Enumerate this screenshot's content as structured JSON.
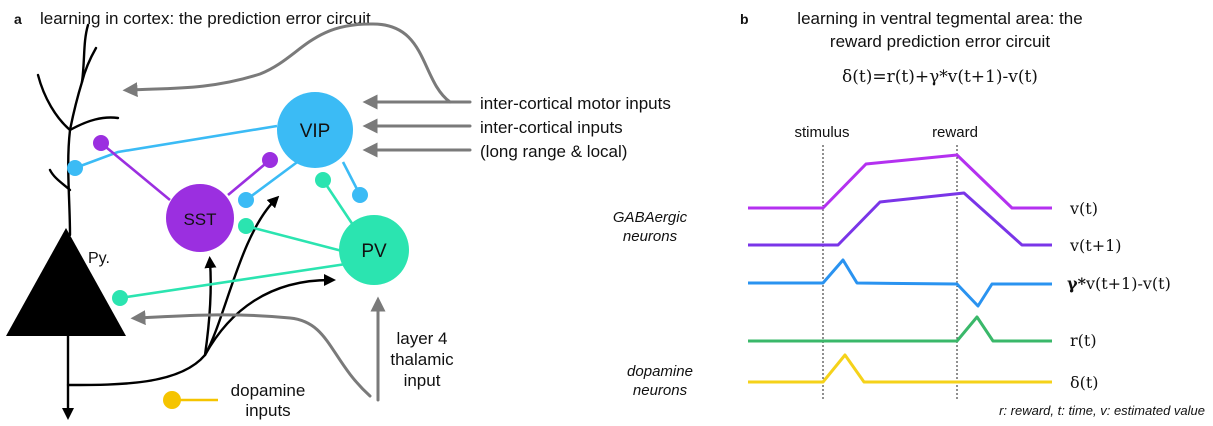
{
  "panel_a": {
    "letter": "a",
    "title": "learning in cortex: the prediction error circuit",
    "neurons": {
      "vip": "VIP",
      "sst": "SST",
      "pv": "PV",
      "pyramidal": "Py."
    },
    "inputs": {
      "motor": "inter-cortical motor inputs",
      "cortical": "inter-cortical inputs",
      "range": "(long range & local)",
      "thalamic_1": "layer 4",
      "thalamic_2": "thalamic",
      "thalamic_3": "input",
      "dopamine_1": "dopamine",
      "dopamine_2": "inputs"
    },
    "colors": {
      "vip": "#3bbbf5",
      "sst": "#9b2fe0",
      "pv": "#2be4b0",
      "dopamine": "#f5c400",
      "input_arrow": "#7a7a7a",
      "pyramidal": "#000000"
    }
  },
  "panel_b": {
    "letter": "b",
    "title_1": "learning in ventral tegmental area: the",
    "title_2": "reward prediction error circuit",
    "equation": "δ(t)=r(t)+γ*v(t+1)-v(t)",
    "markers": {
      "stimulus": "stimulus",
      "reward": "reward"
    },
    "group_labels": {
      "gaba_1": "GABAergic",
      "gaba_2": "neurons",
      "dopa_1": "dopamine",
      "dopa_2": "neurons"
    },
    "trace_labels": {
      "v": "v(t)",
      "v_next": "v(t+1)",
      "gamma_sym": "γ*",
      "gamma_rest": "v(t+1)-v(t)",
      "r": "r(t)",
      "delta": "δ(t)"
    },
    "legend": "r: reward, t: time, v: estimated value",
    "colors": {
      "v": "#b431f0",
      "v_next": "#7a35e8",
      "gamma": "#2a93f0",
      "r": "#3ab86a",
      "delta": "#f5d21a"
    }
  }
}
